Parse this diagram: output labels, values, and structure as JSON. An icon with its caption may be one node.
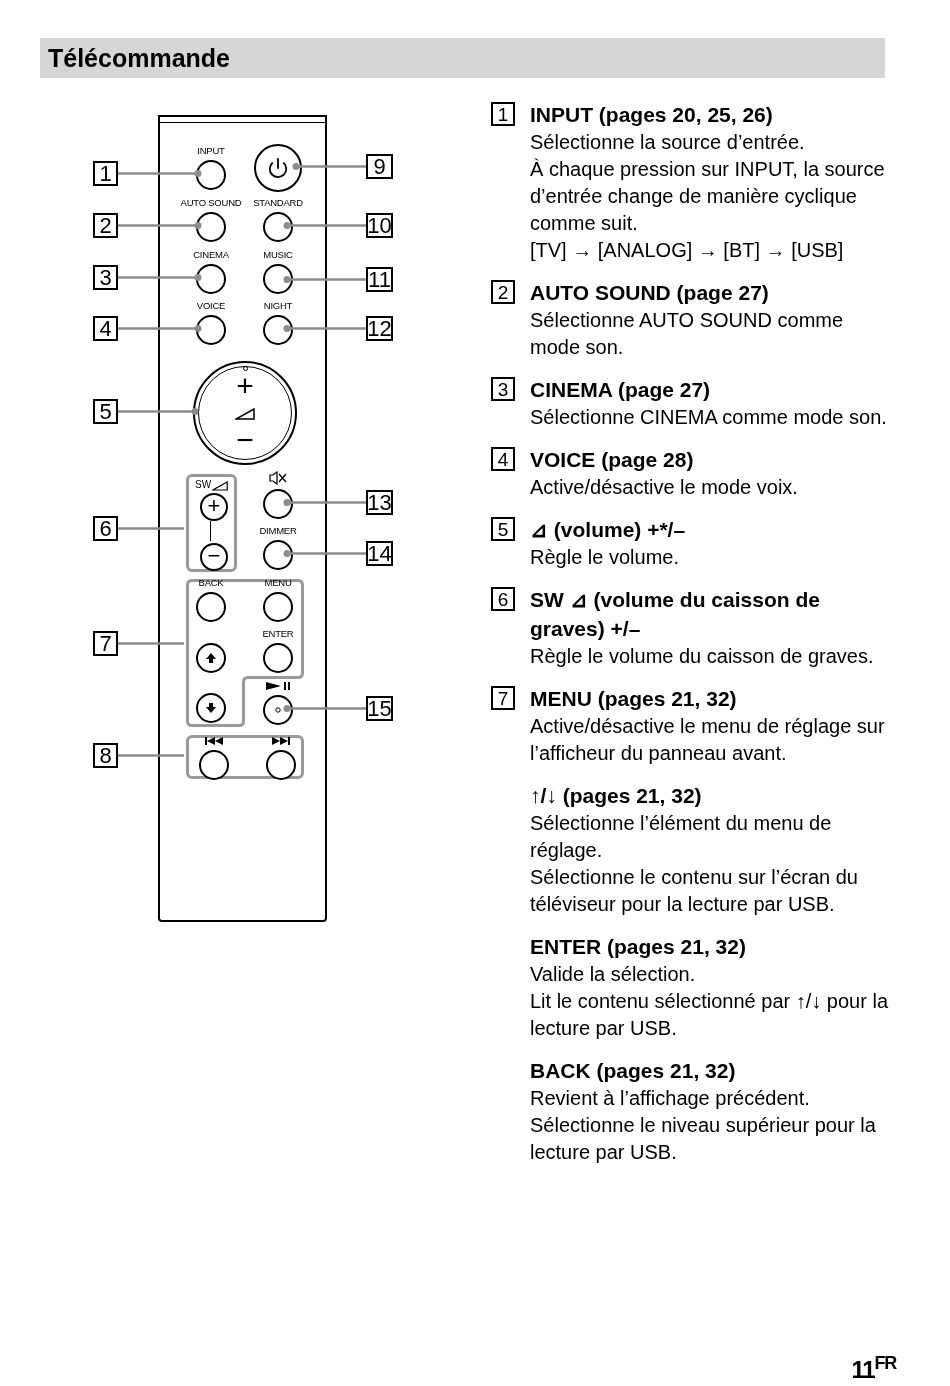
{
  "diagram": {
    "title": "Télécommande",
    "nodes": [
      {
        "text": [],
        "shape": "box"
      },
      {
        "text": [],
        "shape": "circle",
        "beside": [
          "INPUT"
        ],
        "in": 0
      },
      {
        "text": [],
        "shape": "circle",
        "in": 0
      },
      {
        "text": [],
        "shape": "circle",
        "beside": [
          "AUTO SOUND"
        ],
        "in": 0
      },
      {
        "text": [],
        "shape": "circle",
        "beside": [
          "STANDARD"
        ],
        "in": 0
      },
      {
        "text": [],
        "shape": "circle",
        "beside": [
          "CINEMA"
        ],
        "in": 0
      },
      {
        "text": [],
        "shape": "circle",
        "beside": [
          "MUSIC"
        ],
        "in": 0
      },
      {
        "text": [],
        "shape": "circle",
        "beside": [
          "VOICE"
        ],
        "in": 0
      },
      {
        "text": [],
        "shape": "circle",
        "beside": [
          "NIGHT"
        ],
        "in": 0
      },
      {
        "text": [
          "+",
          "−"
        ],
        "in": 0
      },
      {
        "text": [
          "SW"
        ],
        "in": 0
      },
      {
        "text": [
          "+"
        ],
        "in": 10
      },
      {
        "text": [
          "−"
        ],
        "in": 10
      },
      {
        "text": [],
        "shape": "circle",
        "in": 0
      },
      {
        "text": [],
        "shape": "circle",
        "beside": [
          "DIMMER"
        ],
        "in": 0
      },
      {
        "text": [],
        "shape": "box",
        "in": 0
      },
      {
        "text": [],
        "shape": "circle",
        "beside": [
          "BACK"
        ],
        "in": 15
      },
      {
        "text": [],
        "shape": "circle",
        "beside": [
          "MENU"
        ],
        "in": 15
      },
      {
        "text": [],
        "shape": "circle",
        "in": 15
      },
      {
        "text": [],
        "shape": "circle",
        "beside": [
          "ENTER"
        ],
        "in": 15
      },
      {
        "text": [],
        "shape": "circle",
        "in": 15
      },
      {
        "text": [],
        "shape": "circle",
        "in": 0
      },
      {
        "text": [],
        "shape": "box",
        "in": 0
      },
      {
        "text": [],
        "shape": "circle",
        "in": 22
      },
      {
        "text": [],
        "shape": "circle",
        "in": 22
      },
      {
        "text": [
          "1"
        ]
      },
      {
        "text": [
          "2"
        ]
      },
      {
        "text": [
          "3"
        ]
      },
      {
        "text": [
          "4"
        ]
      },
      {
        "text": [
          "5"
        ]
      },
      {
        "text": [
          "6"
        ]
      },
      {
        "text": [
          "7"
        ]
      },
      {
        "text": [
          "8"
        ]
      },
      {
        "text": [
          "9"
        ]
      },
      {
        "text": [
          "10"
        ]
      },
      {
        "text": [
          "11"
        ]
      },
      {
        "text": [
          "12"
        ]
      },
      {
        "text": [
          "13"
        ]
      },
      {
        "text": [
          "14"
        ]
      },
      {
        "text": [
          "15"
        ]
      },
      {
        "text": [
          "1"
        ]
      },
      {
        "text": [
          "2"
        ]
      },
      {
        "text": [
          "3"
        ]
      },
      {
        "text": [
          "4"
        ]
      },
      {
        "text": [
          "5"
        ]
      },
      {
        "text": [
          "6"
        ]
      },
      {
        "text": [
          "7"
        ]
      }
    ],
    "edges": [
      {
        "from": 25,
        "to": 1,
        "arrow": "other"
      },
      {
        "from": 26,
        "to": 3,
        "arrow": "other"
      },
      {
        "from": 27,
        "to": 5,
        "arrow": "other"
      },
      {
        "from": 28,
        "to": 7,
        "arrow": "other"
      },
      {
        "from": 29,
        "to": 9,
        "arrow": "other"
      },
      {
        "from": 30,
        "to": 10,
        "arrow": "none"
      },
      {
        "from": 31,
        "to": 15,
        "arrow": "none"
      },
      {
        "from": 32,
        "to": 22,
        "arrow": "none"
      },
      {
        "from": 33,
        "to": 2,
        "arrow": "other"
      },
      {
        "from": 34,
        "to": 4,
        "arrow": "other"
      },
      {
        "from": 35,
        "to": 6,
        "arrow": "other"
      },
      {
        "from": 36,
        "to": 8,
        "arrow": "other"
      },
      {
        "from": 37,
        "to": 13,
        "arrow": "other"
      },
      {
        "from": 38,
        "to": 14,
        "arrow": "other"
      },
      {
        "from": 39,
        "to": 21,
        "arrow": "other"
      }
    ],
    "labels": [
      "INPUT (pages 20, 25, 26)",
      "Sélectionne la source d’entrée.",
      "À chaque pression sur INPUT, la source d’entrée change de manière cyclique comme suit.",
      "[TV] → [ANALOG] → [BT] → [USB]",
      "AUTO SOUND (page 27)",
      "Sélectionne AUTO SOUND comme mode son.",
      "CINEMA (page 27)",
      "Sélectionne CINEMA comme mode son.",
      "VOICE (page 28)",
      "Active/désactive le mode voix.",
      "⊿ (volume) +*/–",
      "Règle le volume.",
      "SW ⊿ (volume du caisson de graves) +/–",
      "Règle le volume du caisson de graves.",
      "MENU (pages 21, 32)",
      "Active/désactive le menu de réglage sur l’afficheur du panneau avant.",
      "↑/↓ (pages 21, 32)",
      "Sélectionne l’élément du menu de réglage.",
      "Sélectionne le contenu sur l’écran du téléviseur pour la lecture par USB.",
      "ENTER (pages 21, 32)",
      "Valide la sélection.",
      "Lit le contenu sélectionné par ↑/↓ pour la lecture par USB.",
      "BACK (pages 21, 32)",
      "Revient à l’affichage précédent.",
      "Sélectionne le niveau supérieur pour la lecture par USB.",
      "11$^{FR}$"
    ]
  }
}
